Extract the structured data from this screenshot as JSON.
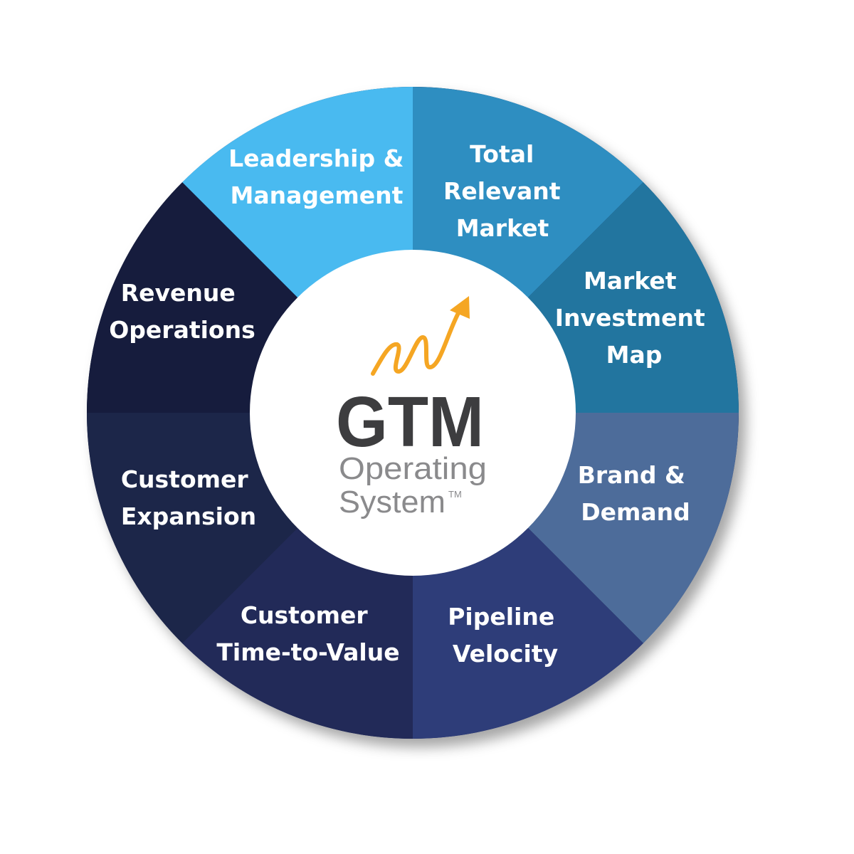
{
  "segments": [
    {
      "id": "leadership",
      "lines": [
        "Leadership &",
        "Management"
      ],
      "color": "#4abaf0"
    },
    {
      "id": "trm",
      "lines": [
        "Total",
        "Relevant",
        "Market"
      ],
      "color": "#2e8ec1"
    },
    {
      "id": "mim",
      "lines": [
        "Market",
        "Investment",
        "Map"
      ],
      "color": "#24749f"
    },
    {
      "id": "brand",
      "lines": [
        "Brand &",
        "Demand"
      ],
      "color": "#4e6c9a"
    },
    {
      "id": "pipeline",
      "lines": [
        "Pipeline",
        "Velocity"
      ],
      "color": "#2f3d79"
    },
    {
      "id": "ttv",
      "lines": [
        "Customer",
        "Time-to-Value"
      ],
      "color": "#222b58"
    },
    {
      "id": "expansion",
      "lines": [
        "Customer",
        "Expansion"
      ],
      "color": "#1d2549"
    },
    {
      "id": "revops",
      "lines": [
        "Revenue",
        "Operations"
      ],
      "color": "#141c3c"
    }
  ],
  "logo": {
    "title": "GTM",
    "subtitle_line1": "Operating",
    "subtitle_line2": "System",
    "trademark": "TM",
    "arrow_color": "#f5a623",
    "text_color": "#3d3d3f",
    "subtitle_color": "#8a8a8c"
  }
}
